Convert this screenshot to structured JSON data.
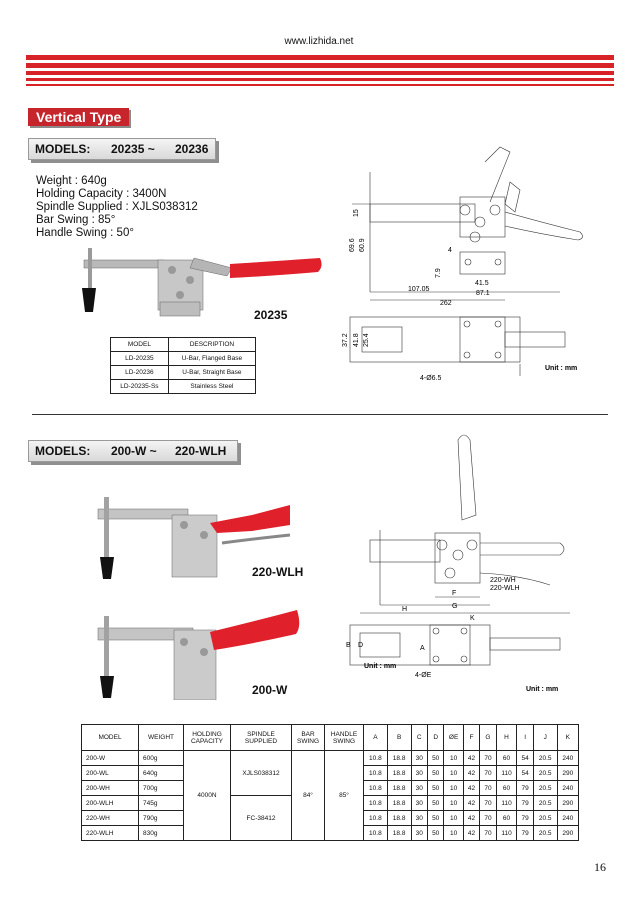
{
  "header": {
    "url": "www.lizhida.net"
  },
  "section_title": "Vertical Type",
  "models1": {
    "label": "MODELS:",
    "from": "20235 ~",
    "to": "20236"
  },
  "specs1": {
    "weight": "Weight : 640g",
    "holding": "Holding Capacity : 3400N",
    "spindle": "Spindle Supplied : XJLS038312",
    "bar": "Bar Swing : 85°",
    "handle": "Handle Swing : 50°"
  },
  "photo1_label": "20235",
  "table1": {
    "headers": [
      "MODEL",
      "DESCRIPTION"
    ],
    "rows": [
      [
        "LD-20235",
        "U-Bar, Flanged Base"
      ],
      [
        "LD-20236",
        "U-Bar, Straight Base"
      ],
      [
        "LD-20235-Ss",
        "Stainless Steel"
      ]
    ]
  },
  "drawing1": {
    "dims": [
      "15",
      "69.6",
      "60.9",
      "4",
      "7.9",
      "41.5",
      "107.05",
      "87.1",
      "262",
      "37.2",
      "41.8",
      "25.4",
      "4-Ø6.5"
    ],
    "unit": "Unit : mm"
  },
  "models2": {
    "label": "MODELS:",
    "from": "200-W ~",
    "to": "220-WLH"
  },
  "photo2_label": "220-WLH",
  "photo3_label": "200-W",
  "drawing2": {
    "labels": [
      "220-WH",
      "220-WLH",
      "F",
      "G",
      "H",
      "K",
      "B",
      "D",
      "A",
      "4-ØE",
      "Unit : mm"
    ],
    "unit": "Unit : mm"
  },
  "table2": {
    "headers": [
      "MODEL",
      "WEIGHT",
      "HOLDING CAPACITY",
      "SPINDLE SUPPLIED",
      "BAR SWING",
      "HANDLE SWING",
      "A",
      "B",
      "C",
      "D",
      "ØE",
      "F",
      "G",
      "H",
      "I",
      "J",
      "K"
    ],
    "holding": "4000N",
    "spindle_a": "XJLS038312",
    "spindle_b": "FC-38412",
    "bar": "84°",
    "handle": "85°",
    "rows": [
      [
        "200-W",
        "600g",
        "10.8",
        "18.8",
        "30",
        "50",
        "10",
        "42",
        "70",
        "60",
        "54",
        "20.5",
        "240"
      ],
      [
        "200-WL",
        "640g",
        "10.8",
        "18.8",
        "30",
        "50",
        "10",
        "42",
        "70",
        "110",
        "54",
        "20.5",
        "290"
      ],
      [
        "200-WH",
        "700g",
        "10.8",
        "18.8",
        "30",
        "50",
        "10",
        "42",
        "70",
        "60",
        "79",
        "20.5",
        "240"
      ],
      [
        "200-WLH",
        "745g",
        "10.8",
        "18.8",
        "30",
        "50",
        "10",
        "42",
        "70",
        "110",
        "79",
        "20.5",
        "290"
      ],
      [
        "220-WH",
        "790g",
        "10.8",
        "18.8",
        "30",
        "50",
        "10",
        "42",
        "70",
        "60",
        "79",
        "20.5",
        "240"
      ],
      [
        "220-WLH",
        "830g",
        "10.8",
        "18.8",
        "30",
        "50",
        "10",
        "42",
        "70",
        "110",
        "79",
        "20.5",
        "290"
      ]
    ]
  },
  "page_number": "16",
  "colors": {
    "brand_red": "#d72228",
    "handle_red": "#e0202a"
  }
}
